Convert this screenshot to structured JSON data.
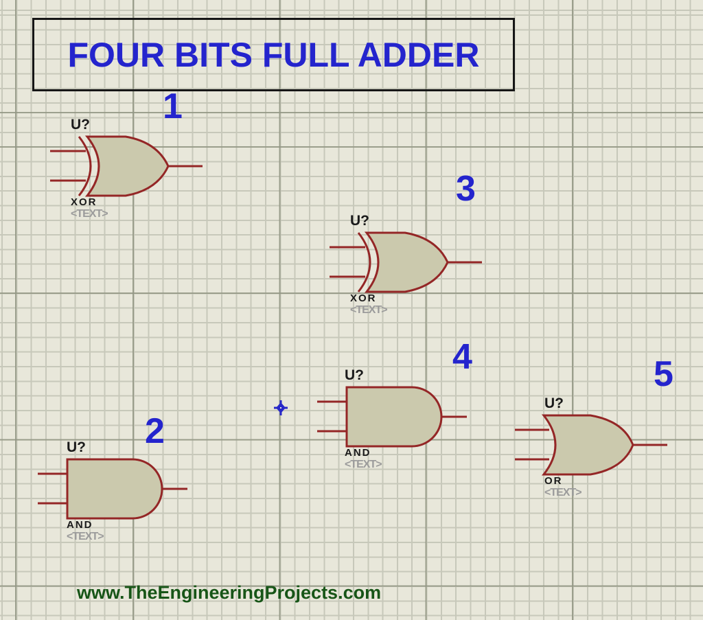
{
  "title": {
    "text": "FOUR BITS FULL ADDER"
  },
  "watermark": "www.TheEngineeringProjects.com",
  "gates": [
    {
      "number": "1",
      "ref": "U?",
      "type_label": "XOR",
      "placeholder": "<TEXT>"
    },
    {
      "number": "2",
      "ref": "U?",
      "type_label": "AND",
      "placeholder": "<TEXT>"
    },
    {
      "number": "3",
      "ref": "U?",
      "type_label": "XOR",
      "placeholder": "<TEXT>"
    },
    {
      "number": "4",
      "ref": "U?",
      "type_label": "AND",
      "placeholder": "<TEXT>"
    },
    {
      "number": "5",
      "ref": "U?",
      "type_label": "OR",
      "placeholder": "<TEXT>"
    }
  ],
  "colors": {
    "accent_blue": "#2424cd",
    "gate_outline": "#942626",
    "gate_fill": "#cbc9ad",
    "watermark_green": "#175517",
    "placeholder_grey": "#9b9b9b",
    "canvas_background": "#e8e7da"
  }
}
